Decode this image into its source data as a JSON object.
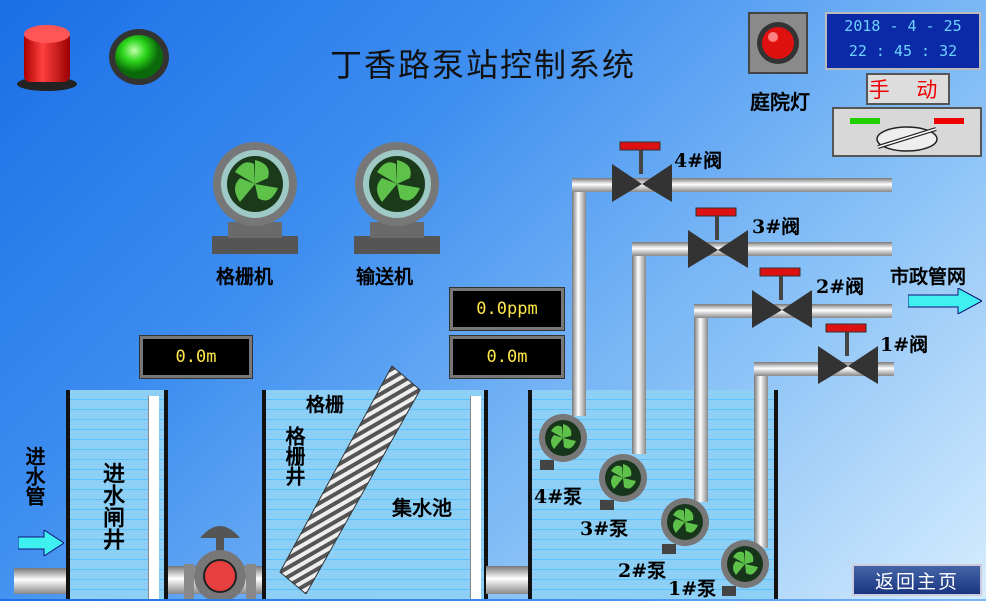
{
  "header": {
    "title": "丁香路泵站控制系统"
  },
  "datetime": {
    "date": "2018 - 4 - 25",
    "time": "22 : 45 : 32"
  },
  "courtyard_light": {
    "label": "庭院灯"
  },
  "mode": {
    "label": "手 动"
  },
  "machines": {
    "screen": "格栅机",
    "conveyor": "输送机"
  },
  "readouts": {
    "inlet_level": "0.0m",
    "ppm": "0.0ppm",
    "sump_level": "0.0m"
  },
  "labels": {
    "inlet_pipe": "进水管",
    "inlet_gate_well": "进水闸井",
    "grille_top": "格栅",
    "grille_well": "格栅井",
    "sump": "集水池",
    "municipal": "市政管网"
  },
  "valves": [
    "4#阀",
    "3#阀",
    "2#阀",
    "1#阀"
  ],
  "pumps": [
    "4#泵",
    "3#泵",
    "2#泵",
    "1#泵"
  ],
  "nav": {
    "home": "返回主页"
  },
  "colors": {
    "background": "#3f8ff0",
    "water": "#8ecff5",
    "readout_text": "#ffe84a",
    "alarm": "#e00000",
    "run": "#22c000"
  }
}
